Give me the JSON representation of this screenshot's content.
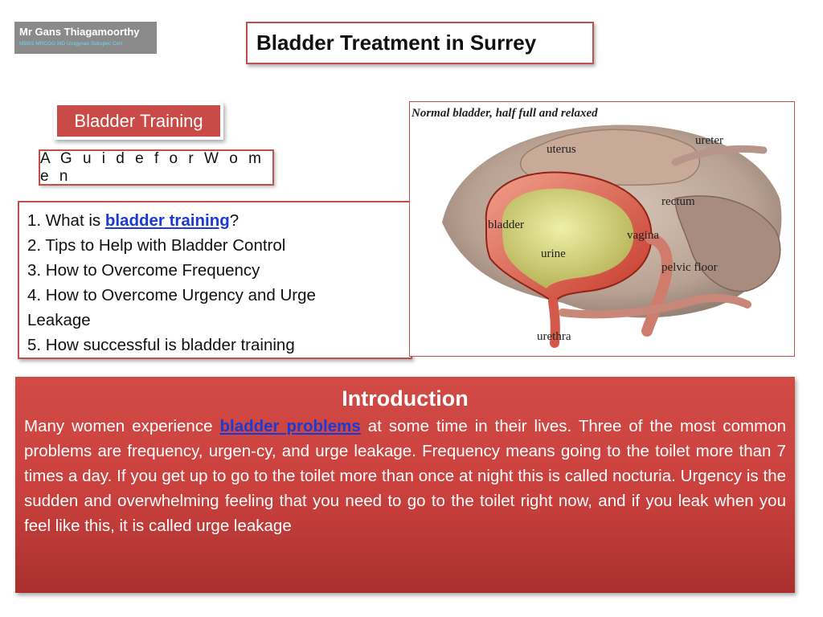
{
  "logo": {
    "name": "Mr Gans Thiagamoorthy",
    "credentials": "MBBS MRCOG MD Urogynae Subspec Cert"
  },
  "page_title": "Bladder Treatment in Surrey",
  "section_tag": "Bladder Training",
  "guide_subtitle": "A G u i d e f o r W o m e n",
  "toc": {
    "item1_prefix": "1. What is ",
    "item1_link": "bladder training",
    "item1_suffix": "?",
    "item2": "2. Tips to Help with Bladder Control",
    "item3": "3. How to Overcome Frequency",
    "item4_line1": "4. How to Overcome Urgency and Urge",
    "item4_line2": "Leakage",
    "item5": "5. How successful is bladder training"
  },
  "figure": {
    "caption": "Normal bladder, half full and relaxed",
    "labels": {
      "uterus": "uterus",
      "ureter": "ureter",
      "rectum": "rectum",
      "bladder": "bladder",
      "vagina": "vagina",
      "urine": "urine",
      "pelvic_floor": "pelvic floor",
      "urethra": "urethra"
    }
  },
  "intro": {
    "heading": "Introduction",
    "lead": "Many women experience ",
    "link": "bladder problems",
    "body": " at some time in their lives. Three of the most common problems are frequency, urgen-cy, and urge leakage. Frequency means going to the toilet more than 7 times a day. If you get up to go to the toilet more than once at night this is called nocturia. Urgency is the sudden and overwhelming feeling that you need to go to the toilet right now, and if you leak when you feel like this, it is called urge leakage"
  }
}
